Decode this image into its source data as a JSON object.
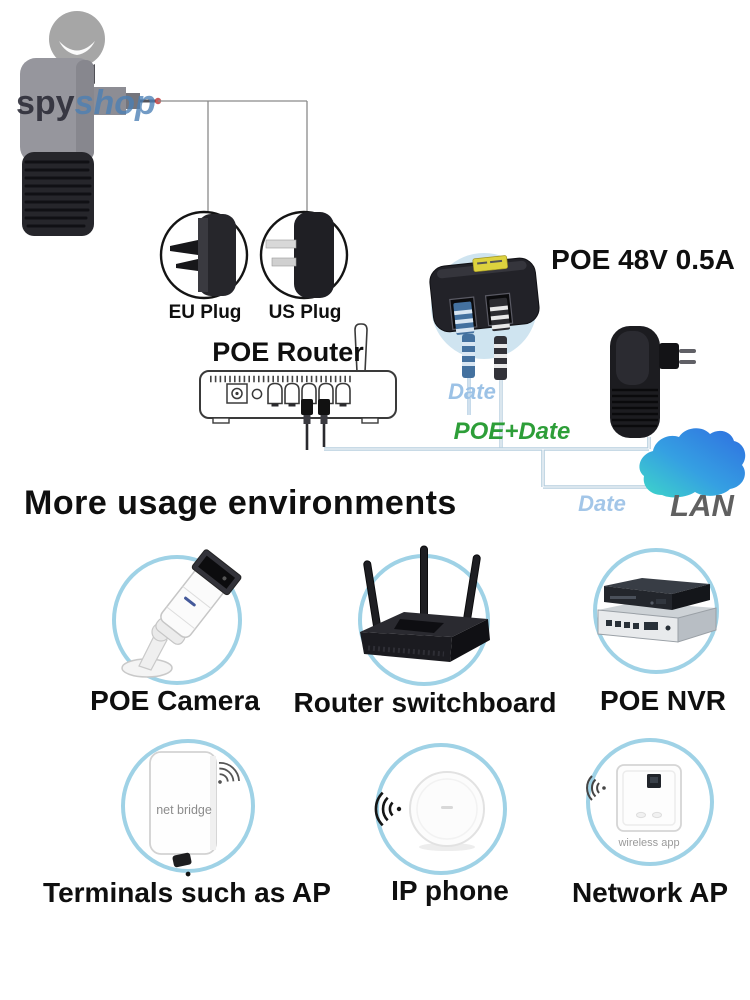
{
  "brand": {
    "watermark_spy": "spy",
    "watermark_shop": "shop"
  },
  "diagram": {
    "eu_plug_label": "EU Plug",
    "us_plug_label": "US Plug",
    "router_label": "POE Router",
    "injector_spec_label": "POE 48V 0.5A",
    "data_line_label": "Date",
    "poe_data_line_label": "POE+Date",
    "lan_line_label": "Date",
    "lan_label": "LAN"
  },
  "section": {
    "heading": "More usage environments"
  },
  "usage_items": [
    {
      "label": "POE Camera",
      "icon": "poe-camera-icon"
    },
    {
      "label": "Router switchboard",
      "icon": "wifi-router-icon"
    },
    {
      "label": "POE NVR",
      "icon": "poe-nvr-icon"
    },
    {
      "label": "Terminals such as AP",
      "icon": "net-bridge-icon"
    },
    {
      "label": "IP phone",
      "icon": "ceiling-ap-icon"
    },
    {
      "label": "Network AP",
      "icon": "wall-ap-icon"
    }
  ],
  "device_texts": {
    "net_bridge": "net bridge",
    "wall_ap": "wireless app"
  },
  "colors": {
    "poe_data_green": "#2d9e38",
    "data_blue": "#9cc2e6",
    "lan_gray": "#606060",
    "circle_ring_blue": "#9fd2e6",
    "cloud_blue": "#2f6ee0",
    "cloud_teal": "#3ed8c8",
    "brand_blue": "#4a7fb5"
  }
}
